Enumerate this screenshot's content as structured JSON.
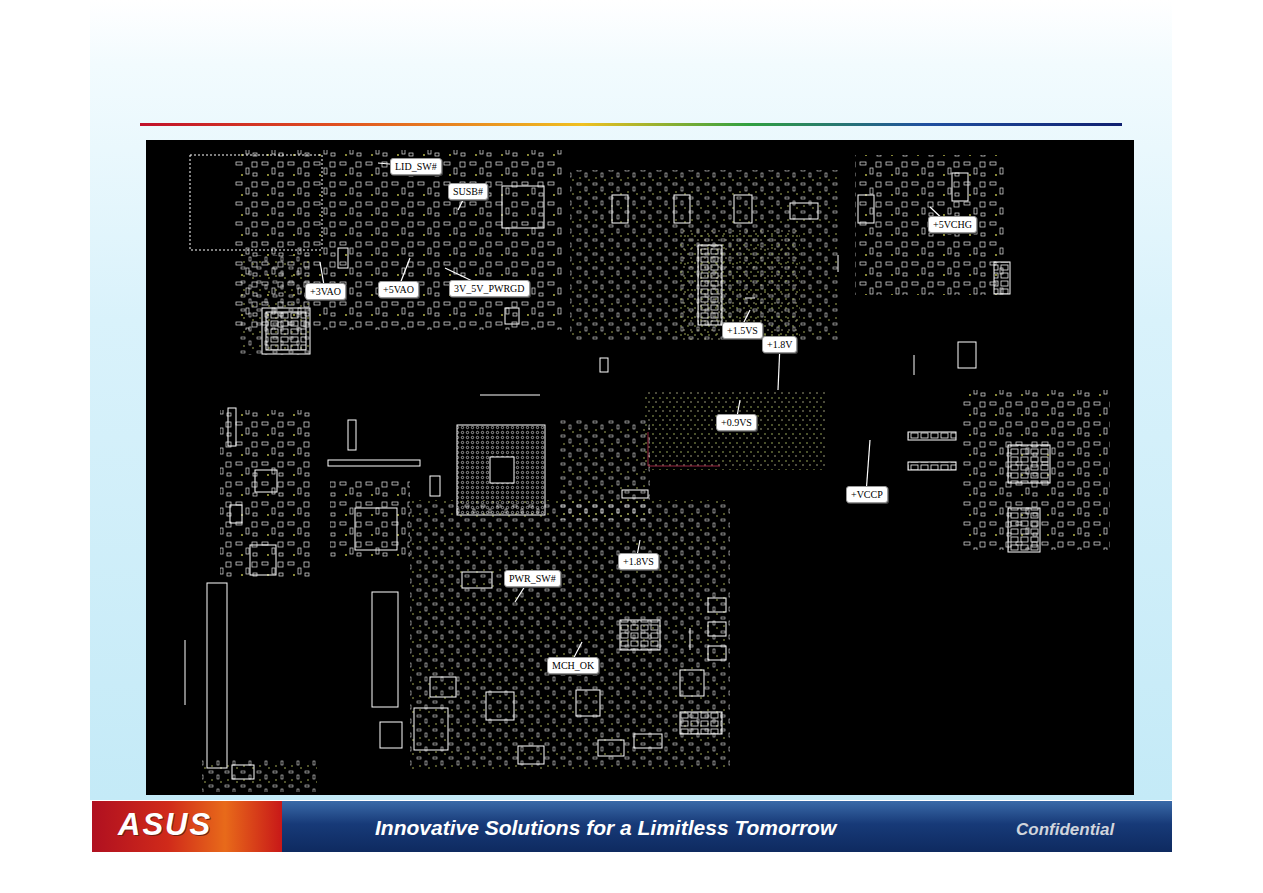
{
  "diagram": {
    "nodes": [
      {
        "text": [
          "LID_SW#"
        ]
      },
      {
        "text": [
          "SUSB#"
        ]
      },
      {
        "text": [
          "+5VCHG"
        ]
      },
      {
        "text": [
          "+3VAO"
        ]
      },
      {
        "text": [
          "+5VAO"
        ]
      },
      {
        "text": [
          "3V_5V_PWRGD"
        ]
      },
      {
        "text": [
          "+1.5VS"
        ]
      },
      {
        "text": [
          "+1.8V"
        ]
      },
      {
        "text": [
          "+0.9VS"
        ]
      },
      {
        "text": [
          "+VCCP"
        ]
      },
      {
        "text": [
          "+1.8VS"
        ]
      },
      {
        "text": [
          "PWR_SW#"
        ]
      },
      {
        "text": [
          "MCH_OK"
        ]
      }
    ],
    "labels": [
      "ASUS",
      "Innovative Solutions for a Limitless Tomorrow",
      "Confidential"
    ]
  }
}
